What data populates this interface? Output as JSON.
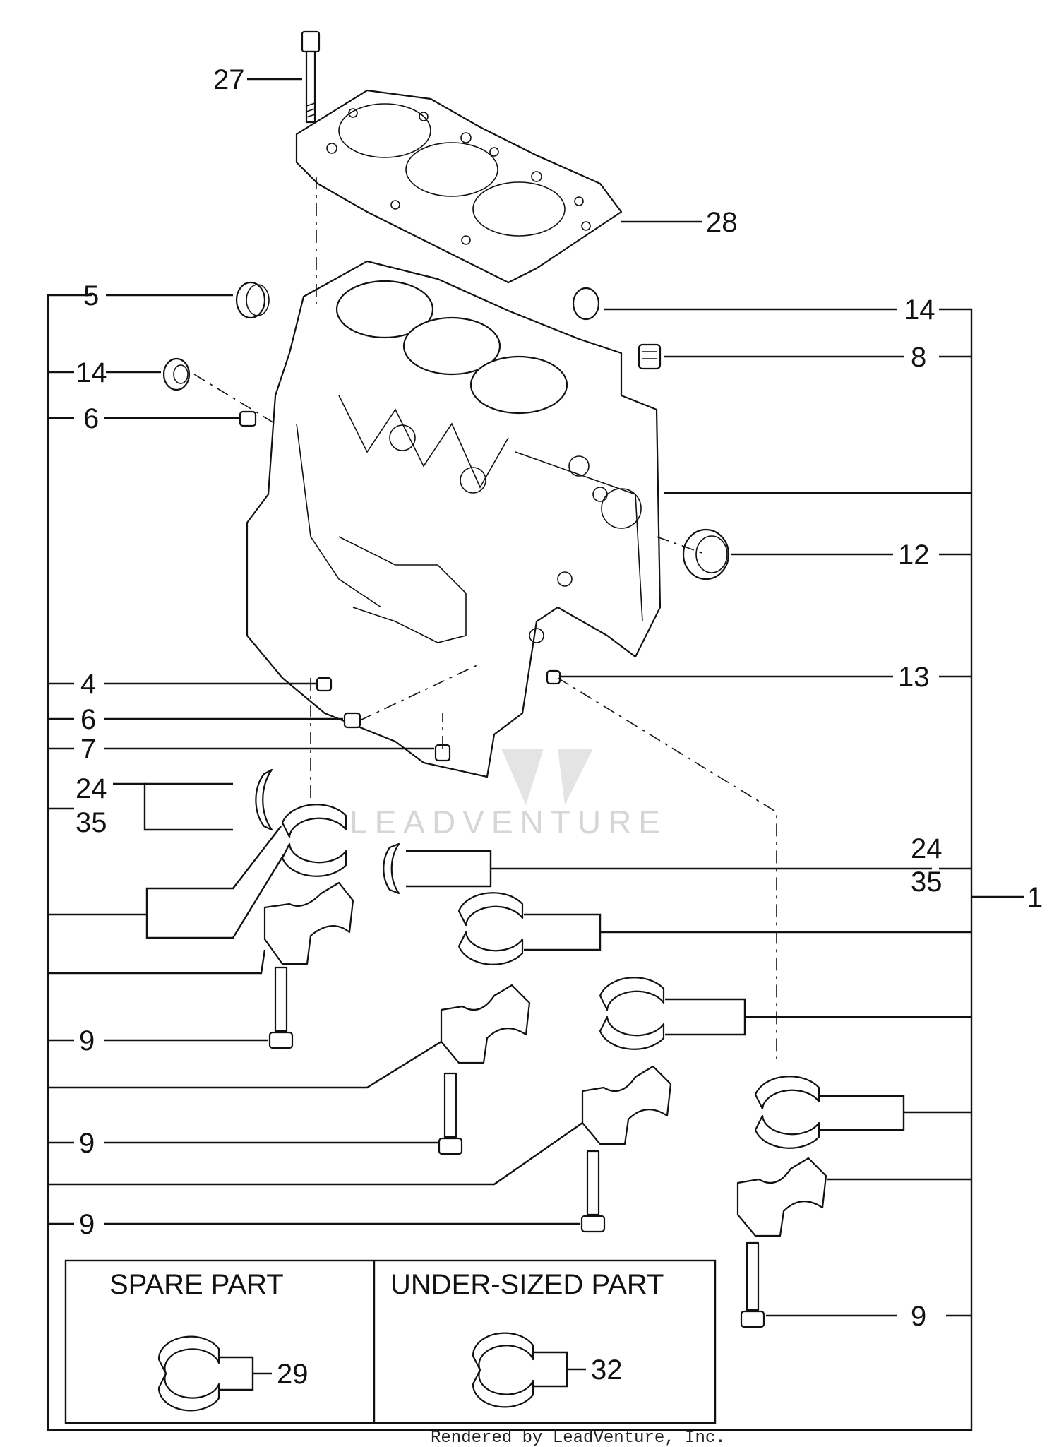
{
  "callouts": {
    "c27": "27",
    "c28": "28",
    "c5": "5",
    "c14_top": "14",
    "c14_left": "14",
    "c8": "8",
    "c6_upper": "6",
    "c12": "12",
    "c4": "4",
    "c13": "13",
    "c6_lower": "6",
    "c7": "7",
    "c24_left": "24",
    "c35_left": "35",
    "c24_right": "24",
    "c35_right": "35",
    "c1": "1",
    "c9_a": "9",
    "c9_b": "9",
    "c9_c": "9",
    "c9_d": "9"
  },
  "legend_box": {
    "spare_title": "SPARE  PART",
    "spare_ref": "29",
    "undersized_title": "UNDER-SIZED  PART",
    "undersized_ref": "32"
  },
  "watermark": "LEADVENTURE",
  "footer_credit": "Rendered by LeadVenture, Inc."
}
